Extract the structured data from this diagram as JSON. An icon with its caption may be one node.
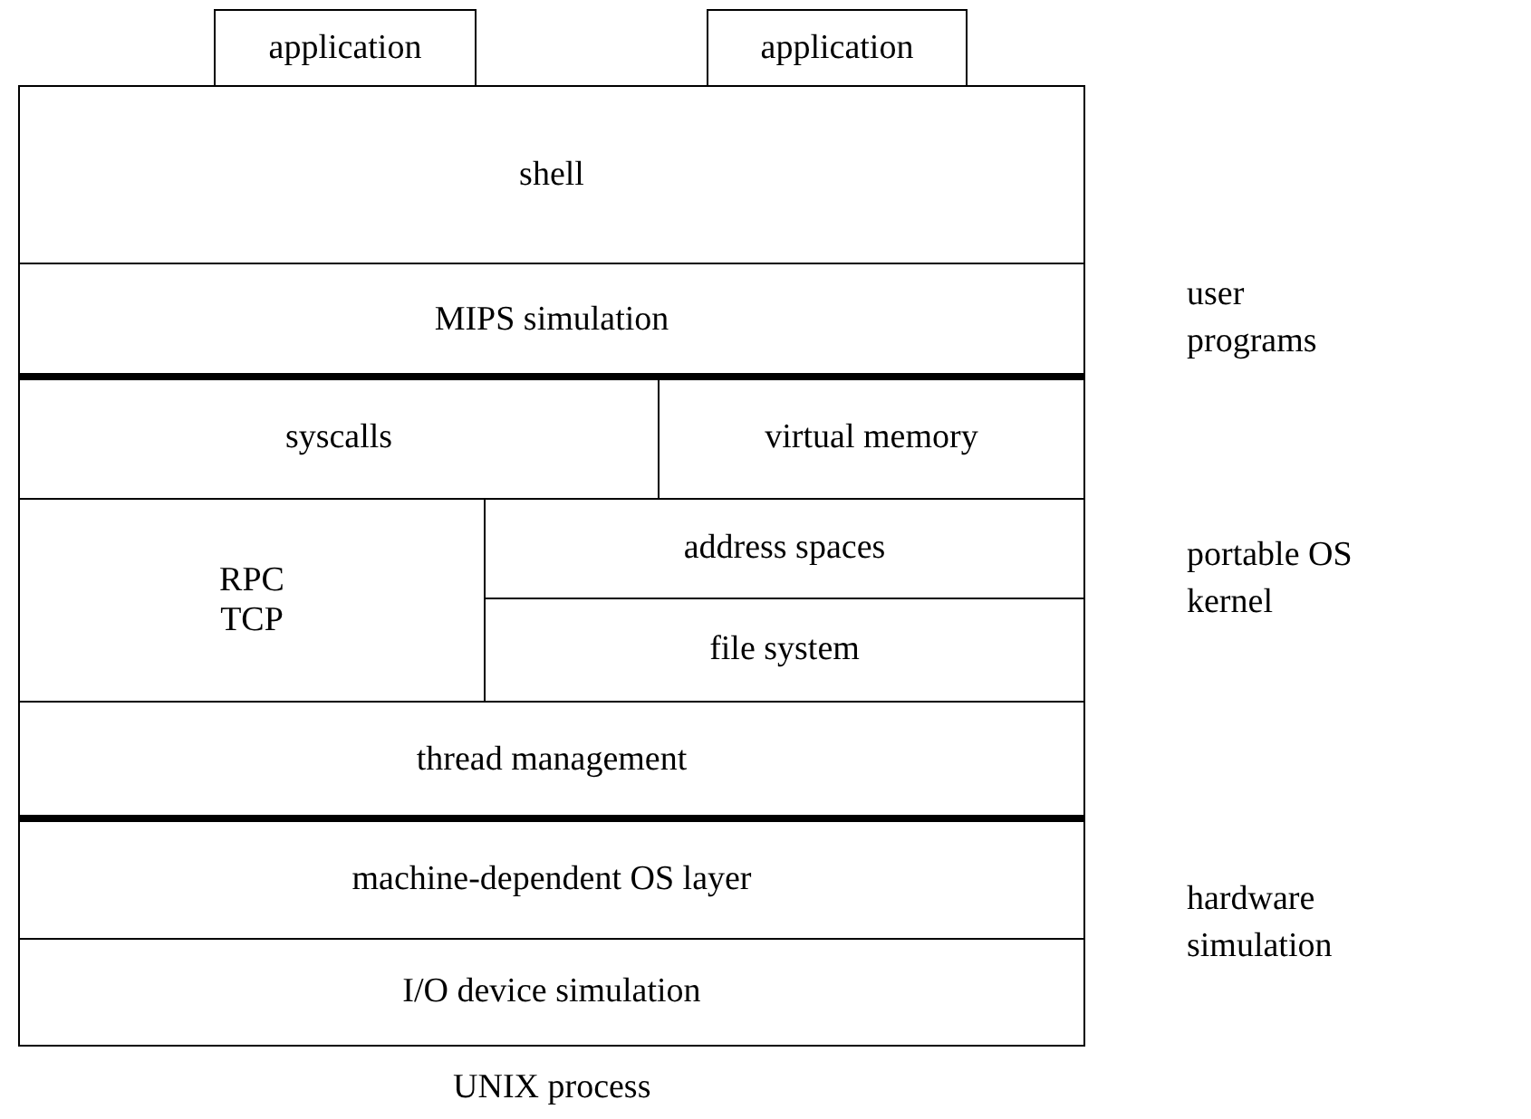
{
  "diagram": {
    "caption": "UNIX process",
    "nodes": [
      {
        "text": [
          "application"
        ]
      },
      {
        "text": [
          "application"
        ]
      },
      {
        "text": [
          "shell"
        ]
      },
      {
        "text": [
          "MIPS simulation"
        ]
      },
      {
        "text": [
          "syscalls"
        ]
      },
      {
        "text": [
          "virtual memory"
        ]
      },
      {
        "text": [
          "RPC TCP"
        ]
      },
      {
        "text": [
          "address spaces"
        ]
      },
      {
        "text": [
          "file system"
        ]
      },
      {
        "text": [
          "thread management"
        ]
      },
      {
        "text": [
          "machine-dependent OS layer"
        ]
      },
      {
        "text": [
          "I/O device simulation"
        ]
      }
    ],
    "labels": [
      "user programs",
      "portable OS kernel",
      "hardware simulation"
    ]
  }
}
